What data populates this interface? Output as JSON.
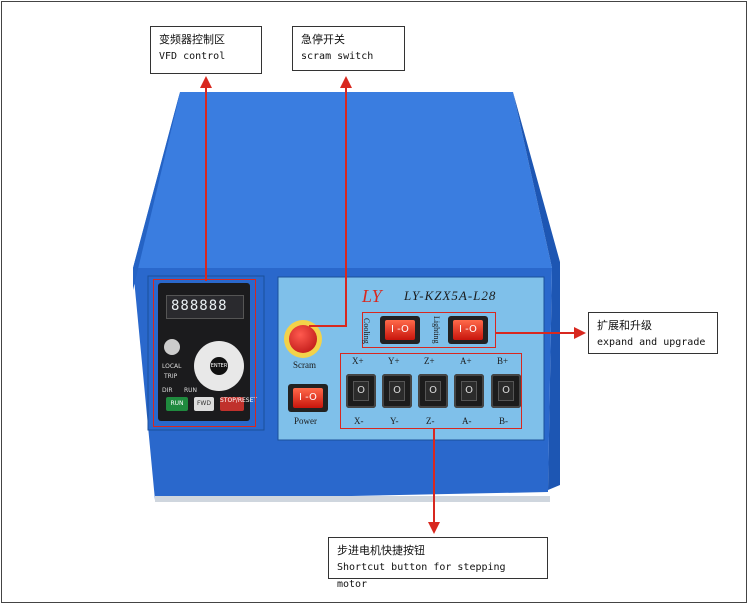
{
  "callouts": {
    "vfd": {
      "zh": "变频器控制区",
      "en": "VFD control"
    },
    "scram": {
      "zh": "急停开关",
      "en": "scram switch"
    },
    "expand": {
      "zh": "扩展和升级",
      "en": "expand and upgrade"
    },
    "stepping": {
      "zh": "步进电机快捷按钮",
      "en": "Shortcut button for stepping motor"
    }
  },
  "panel": {
    "brand_mark": "LY",
    "model": "LY-KZX5A-L28",
    "scram_label": "Scram",
    "power_label": "Power",
    "cooling_label": "Cooling",
    "lighting_label": "Lighting",
    "axes_plus": [
      "X+",
      "Y+",
      "Z+",
      "A+",
      "B+"
    ],
    "axes_minus": [
      "X-",
      "Y-",
      "Z-",
      "A-",
      "B-"
    ],
    "switch_mark": "O"
  },
  "vfd": {
    "display": "888888",
    "buttons": {
      "run": "RUN",
      "stop": "STOP/RESET",
      "enter": "ENTER",
      "fwd": "FWD",
      "local": "LOCAL",
      "trip": "TRIP",
      "dir": "DIR",
      "run_led": "RUN"
    }
  },
  "colors": {
    "enclosure_blue": "#2f6fd0",
    "arrow_red": "#d8281f"
  }
}
